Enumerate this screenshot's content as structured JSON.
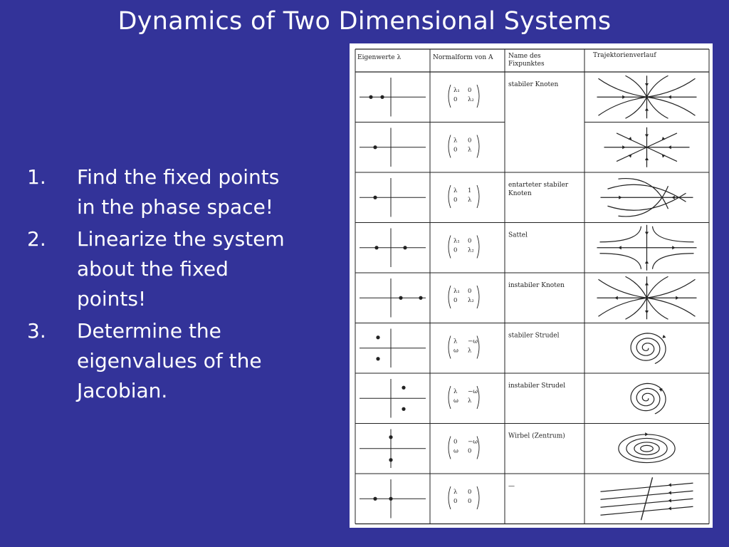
{
  "slide": {
    "title": "Dynamics of Two Dimensional Systems",
    "steps": [
      {
        "num": "1.",
        "lines": [
          "Find the fixed points",
          "in the phase space!"
        ]
      },
      {
        "num": "2.",
        "lines": [
          "Linearize the system",
          "about the fixed",
          "points!"
        ]
      },
      {
        "num": "3.",
        "lines": [
          "Determine the",
          "eigenvalues of the",
          "Jacobian."
        ]
      }
    ]
  },
  "table": {
    "headers": {
      "col1": "Eigenwerte λ",
      "col2": "Normalform von A",
      "col3": [
        "Name des",
        "Fixpunktes"
      ],
      "col4": "Trajektorienverlauf"
    },
    "rows": [
      {
        "eigen": "two-negative-real",
        "matrix": [
          [
            "λ₁",
            "0"
          ],
          [
            "0",
            "λ₂"
          ]
        ],
        "name": [
          "stabiler Knoten"
        ],
        "traj": "stable-node-curved"
      },
      {
        "eigen": "single-negative-real",
        "matrix": [
          [
            "λ",
            "0"
          ],
          [
            "0",
            "λ"
          ]
        ],
        "name": [],
        "traj": "stable-star"
      },
      {
        "eigen": "single-negative-real",
        "matrix": [
          [
            "λ",
            "1"
          ],
          [
            "0",
            "λ"
          ]
        ],
        "name": [
          "entarteter stabiler",
          "Knoten"
        ],
        "traj": "degenerate-node"
      },
      {
        "eigen": "saddle-real",
        "matrix": [
          [
            "λ₁",
            "0"
          ],
          [
            "0",
            "λ₂"
          ]
        ],
        "name": [
          "Sattel"
        ],
        "traj": "saddle"
      },
      {
        "eigen": "two-positive-real",
        "matrix": [
          [
            "λ₁",
            "0"
          ],
          [
            "0",
            "λ₂"
          ]
        ],
        "name": [
          "instabiler Knoten"
        ],
        "traj": "unstable-node"
      },
      {
        "eigen": "complex-left",
        "matrix": [
          [
            "λ",
            "−ω"
          ],
          [
            "ω",
            "λ"
          ]
        ],
        "name": [
          "stabiler Strudel"
        ],
        "traj": "stable-spiral"
      },
      {
        "eigen": "complex-right",
        "matrix": [
          [
            "λ",
            "−ω"
          ],
          [
            "ω",
            "λ"
          ]
        ],
        "name": [
          "instabiler Strudel"
        ],
        "traj": "unstable-spiral"
      },
      {
        "eigen": "imaginary",
        "matrix": [
          [
            "0",
            "−ω"
          ],
          [
            "ω",
            "0"
          ]
        ],
        "name": [
          "Wirbel (Zentrum)"
        ],
        "traj": "center"
      },
      {
        "eigen": "zero",
        "matrix": [
          [
            "λ",
            "0"
          ],
          [
            "0",
            "0"
          ]
        ],
        "name": [
          "—"
        ],
        "traj": "parallel-lines"
      }
    ]
  },
  "colors": {
    "background": "#333399",
    "text": "#ffffff",
    "table_bg": "#ffffff",
    "ink": "#222222"
  }
}
